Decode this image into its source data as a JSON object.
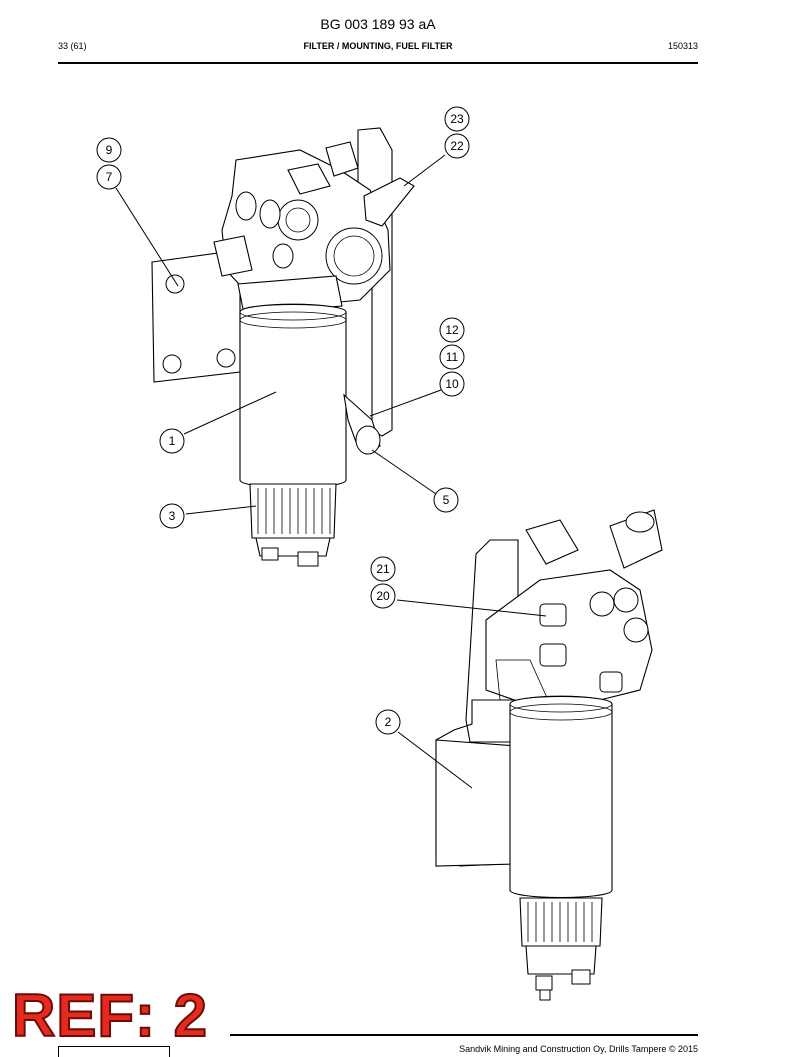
{
  "header": {
    "doc_code": "BG 003 189 93 aA",
    "page_number": "33 (61)",
    "section_title": "FILTER / MOUNTING, FUEL FILTER",
    "date_code": "150313"
  },
  "footer": {
    "copyright": "Sandvik Mining and Construction Oy, Drills Tampere © 2015",
    "ref_stamp": "REF: 2"
  },
  "callouts": [
    {
      "id": "c23",
      "label": "23"
    },
    {
      "id": "c22",
      "label": "22"
    },
    {
      "id": "c9",
      "label": "9"
    },
    {
      "id": "c7",
      "label": "7"
    },
    {
      "id": "c12",
      "label": "12"
    },
    {
      "id": "c11",
      "label": "11"
    },
    {
      "id": "c10",
      "label": "10"
    },
    {
      "id": "c1",
      "label": "1"
    },
    {
      "id": "c5",
      "label": "5"
    },
    {
      "id": "c3",
      "label": "3"
    },
    {
      "id": "c21",
      "label": "21"
    },
    {
      "id": "c20",
      "label": "20"
    },
    {
      "id": "c2",
      "label": "2"
    }
  ]
}
